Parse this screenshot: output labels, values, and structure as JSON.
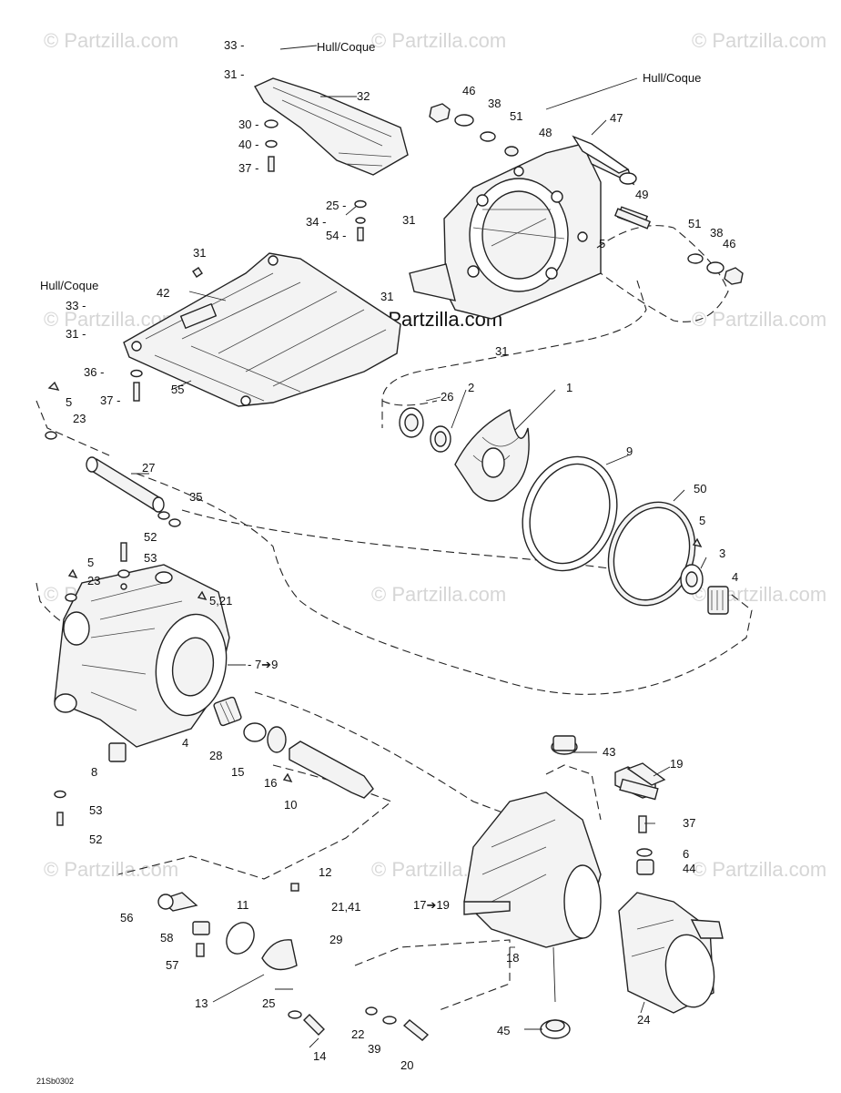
{
  "watermark": "© Partzilla.com",
  "center_watermark": "© Partzilla.com",
  "diagram_code": "21Sb0302",
  "hull_labels": [
    "Hull/Coque",
    "Hull/Coque",
    "Hull/Coque"
  ],
  "callouts": [
    {
      "text": "33 -"
    },
    {
      "text": "31 -"
    },
    {
      "text": "32"
    },
    {
      "text": "30 -"
    },
    {
      "text": "40 -"
    },
    {
      "text": "37 -"
    },
    {
      "text": "25 -"
    },
    {
      "text": "34 -"
    },
    {
      "text": "54 -"
    },
    {
      "text": "46"
    },
    {
      "text": "38"
    },
    {
      "text": "51"
    },
    {
      "text": "48"
    },
    {
      "text": "47"
    },
    {
      "text": "49"
    },
    {
      "text": "5"
    },
    {
      "text": "51"
    },
    {
      "text": "38"
    },
    {
      "text": "46"
    },
    {
      "text": "31"
    },
    {
      "text": "31"
    },
    {
      "text": "31"
    },
    {
      "text": "31"
    },
    {
      "text": "42"
    },
    {
      "text": "33 -"
    },
    {
      "text": "31 -"
    },
    {
      "text": "36 -"
    },
    {
      "text": "37 -"
    },
    {
      "text": "55"
    },
    {
      "text": "5"
    },
    {
      "text": "23"
    },
    {
      "text": "26"
    },
    {
      "text": "2"
    },
    {
      "text": "1"
    },
    {
      "text": "9"
    },
    {
      "text": "50"
    },
    {
      "text": "5"
    },
    {
      "text": "3"
    },
    {
      "text": "4"
    },
    {
      "text": "27"
    },
    {
      "text": "35"
    },
    {
      "text": "52"
    },
    {
      "text": "53"
    },
    {
      "text": "5"
    },
    {
      "text": "23"
    },
    {
      "text": "5,21"
    },
    {
      "text": "- 7➔9"
    },
    {
      "text": "4"
    },
    {
      "text": "28"
    },
    {
      "text": "15"
    },
    {
      "text": "16"
    },
    {
      "text": "10"
    },
    {
      "text": "8"
    },
    {
      "text": "53"
    },
    {
      "text": "52"
    },
    {
      "text": "43"
    },
    {
      "text": "19"
    },
    {
      "text": "37"
    },
    {
      "text": "6"
    },
    {
      "text": "44"
    },
    {
      "text": "12"
    },
    {
      "text": "21,41"
    },
    {
      "text": "11"
    },
    {
      "text": "56"
    },
    {
      "text": "58"
    },
    {
      "text": "57"
    },
    {
      "text": "29"
    },
    {
      "text": "17➔19"
    },
    {
      "text": "18"
    },
    {
      "text": "13"
    },
    {
      "text": "25"
    },
    {
      "text": "14"
    },
    {
      "text": "22"
    },
    {
      "text": "39"
    },
    {
      "text": "20"
    },
    {
      "text": "45"
    },
    {
      "text": "24"
    }
  ]
}
